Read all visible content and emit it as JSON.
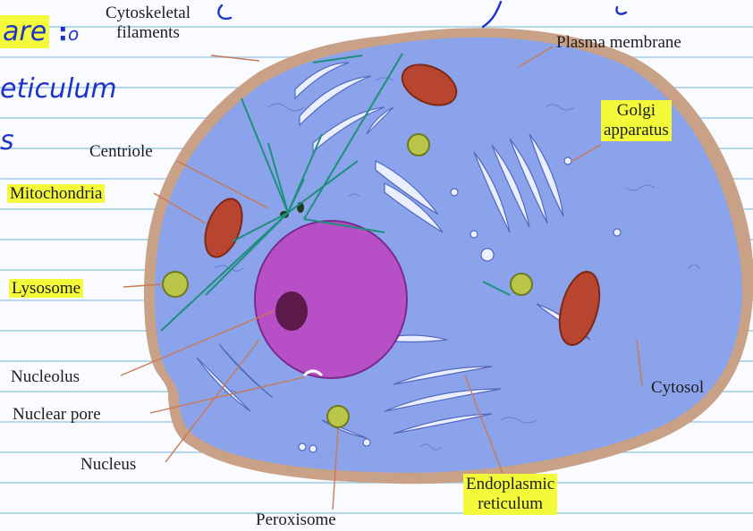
{
  "labels": {
    "cytoskeletal": "Cytoskeletal\nfilaments",
    "plasma_membrane": "Plasma membrane",
    "golgi": "Golgi\napparatus",
    "centriole": "Centriole",
    "mitochondria": "Mitochondria",
    "lysosome": "Lysosome",
    "nucleolus": "Nucleolus",
    "nuclear_pore": "Nuclear pore",
    "nucleus": "Nucleus",
    "peroxisome": "Peroxisome",
    "endoplasmic_reticulum": "Endoplasmic\nreticulum",
    "cytosol": "Cytosol"
  },
  "handwriting": {
    "line1": "are",
    "line2": "eticulum",
    "line3": "s"
  },
  "colors": {
    "ruled_line": "#9ec9ea",
    "highlight": "#f3fa3a",
    "ink": "#1e34c8",
    "cytoplasm": "#8aa3ea",
    "membrane": "#c9a186",
    "nucleus": "#b750c6",
    "mitochondria": "#b8452f",
    "vesicle": "#b9c64a",
    "leader": "#c97a55",
    "filament": "#1d8f7a"
  }
}
